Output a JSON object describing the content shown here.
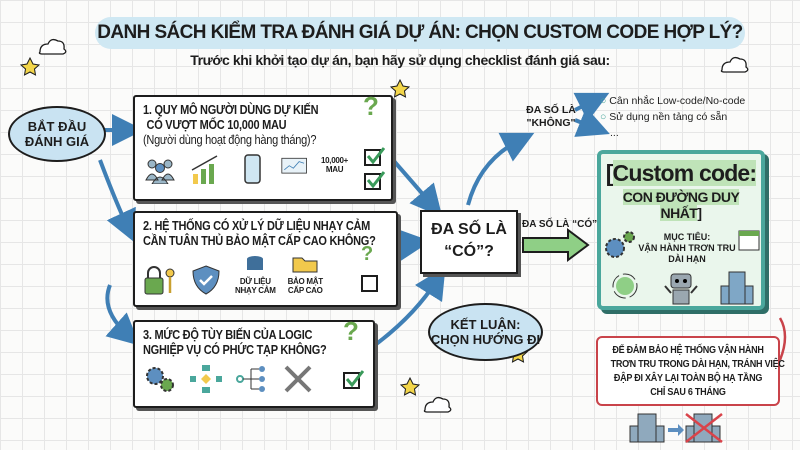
{
  "header": {
    "title": "DANH SÁCH KIỂM TRA ĐÁNH GIÁ DỰ ÁN: CHỌN CUSTOM CODE HỢP LÝ?",
    "subtitle": "Trước khi khởi tạo dự án, bạn hãy sử dụng checklist đánh giá sau:"
  },
  "start": {
    "line1": "BẮT ĐẦU",
    "line2": "ĐÁNH GIÁ"
  },
  "questions": [
    {
      "line1": "1. QUY MÔ NGƯỜI DÙNG DỰ KIẾN",
      "line2": "CÓ VƯỢT MỐC 10,000 MAU",
      "line3": "(Người dùng hoạt động hàng tháng)?",
      "badge1": "10,000+",
      "badge2": "MAU",
      "mark": "?",
      "checked": true
    },
    {
      "line1": "2. HỆ THỐNG CÓ XỬ LÝ DỮ LIỆU NHẠY CẢM",
      "line2": "CẦN TUÂN THỦ BẢO MẬT CẤP CAO KHÔNG?",
      "label1a": "DỮ LIỆU",
      "label1b": "NHẠY CẢM",
      "label2a": "BẢO MẬT",
      "label2b": "CẤP CAO",
      "mark": "?",
      "checked": false
    },
    {
      "line1": "3. MỨC ĐỘ TÙY BIẾN CỦA LOGIC",
      "line2": "NGHIỆP VỤ CÓ PHỨC TẠP KHÔNG?",
      "mark": "?",
      "checked": true
    }
  ],
  "decision": {
    "line1": "ĐA SỐ LÀ",
    "line2": "“CÓ”?"
  },
  "conclusion": {
    "line1": "KẾT LUẬN:",
    "line2": "CHỌN HƯỚNG ĐI"
  },
  "no_branch": {
    "label1": "ĐA SỐ LÀ",
    "label2": "\"KHÔNG\"",
    "items": [
      "Cân nhắc Low-code/No-code",
      "Sử dụng nền tảng có sẵn"
    ],
    "more": "..."
  },
  "yes_branch": {
    "label": "ĐA SỐ LÀ “CÓ”"
  },
  "result": {
    "title1": "Custom code:",
    "title2": "CON ĐƯỜNG DUY NHẤT",
    "goal1": "MỤC TIÊU:",
    "goal2": "VẬN HÀNH TRƠN TRU",
    "goal3": "DÀI HẠN"
  },
  "callout": {
    "line1": "ĐỂ ĐẢM BẢO HỆ THỐNG VẬN HÀNH",
    "line2": "TRƠN TRU TRONG DÀI HẠN, TRÁNH VIỆC",
    "line3": "ĐẬP ĐI XÂY LẠI TOÀN BỘ HẠ TẦNG",
    "line4": "CHỈ SAU 6 THÁNG"
  },
  "colors": {
    "accent_blue": "#c9e3f2",
    "arrow_blue": "#3f7fb5",
    "green": "#6aa84f",
    "teal": "#4aa79c",
    "red": "#c9434a"
  }
}
